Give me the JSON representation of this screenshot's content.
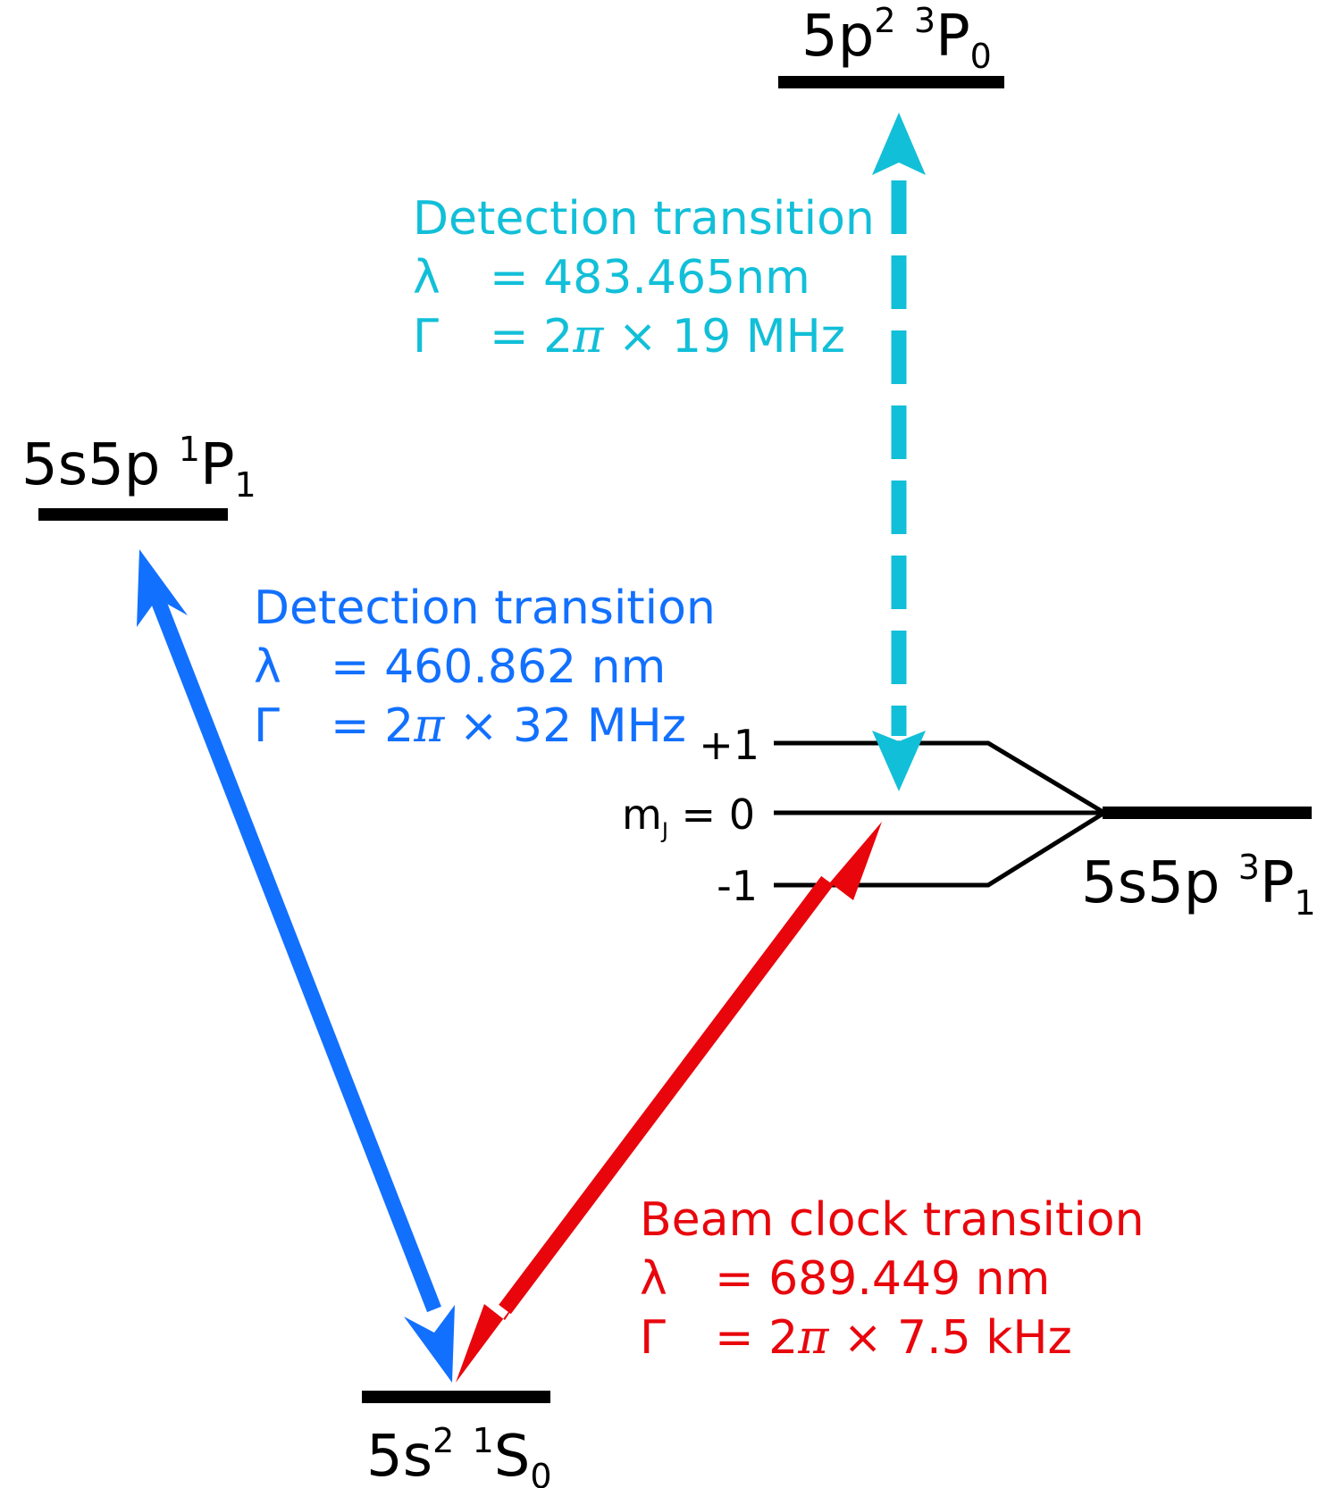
{
  "levels": {
    "top": {
      "config": "5p",
      "config_sup": "2",
      "mult": "3",
      "term": "P",
      "j": "0"
    },
    "p1_singlet": {
      "config": "5s5p",
      "mult": "1",
      "term": "P",
      "j": "1"
    },
    "p1_triplet": {
      "config": "5s5p",
      "mult": "3",
      "term": "P",
      "j": "1"
    },
    "ground": {
      "config": "5s",
      "config_sup": "2",
      "mult": "1",
      "term": "S",
      "j": "0"
    }
  },
  "zeeman": {
    "plus": "+1",
    "zero_prefix": "m",
    "zero_sub": "J",
    "zero_suffix": " = 0",
    "minus": "-1"
  },
  "transitions": {
    "cyan": {
      "title": "Detection transition",
      "lambda_symbol": "λ",
      "lambda_value": "= 483.465nm",
      "gamma_symbol": "Γ",
      "gamma_prefix": "= 2",
      "pi": "π",
      "gamma_suffix": " × 19 MHz",
      "color": "#12bfd8"
    },
    "blue": {
      "title": "Detection transition",
      "lambda_symbol": "λ",
      "lambda_value": "= 460.862 nm",
      "gamma_symbol": "Γ",
      "gamma_prefix": "= 2",
      "pi": "π",
      "gamma_suffix": " × 32 MHz",
      "color": "#1270ff"
    },
    "red": {
      "title": "Beam clock transition",
      "lambda_symbol": "λ",
      "lambda_value": "= 689.449 nm",
      "gamma_symbol": "Γ",
      "gamma_prefix": "= 2",
      "pi": "π",
      "gamma_suffix": " × 7.5 kHz",
      "color": "#e8060c"
    }
  }
}
